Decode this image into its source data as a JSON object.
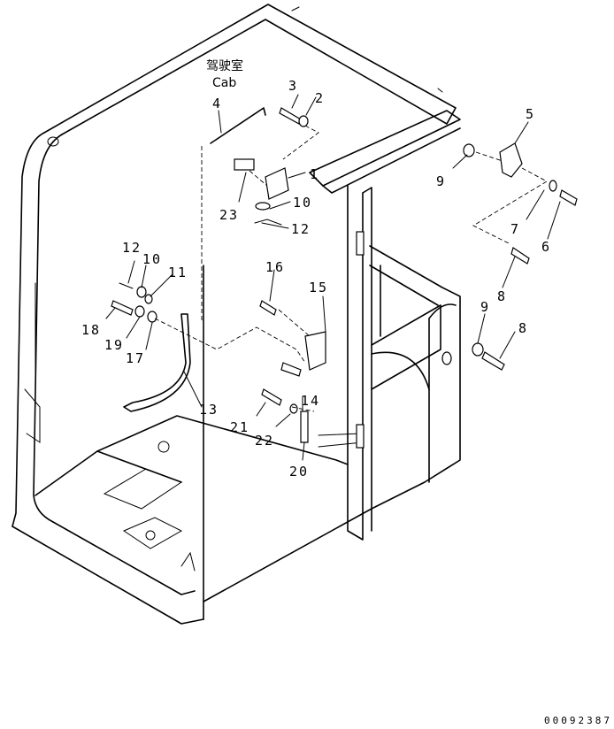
{
  "title": {
    "zh": "驾驶室",
    "en": "Cab"
  },
  "drawing_number": "00092387",
  "callouts": {
    "c1": "1",
    "c2": "2",
    "c3": "3",
    "c4": "4",
    "c5": "5",
    "c6": "6",
    "c7": "7",
    "c8a": "8",
    "c8b": "8",
    "c9a": "9",
    "c9b": "9",
    "c10a": "10",
    "c10b": "10",
    "c11": "11",
    "c12a": "12",
    "c12b": "12",
    "c13": "13",
    "c14": "14",
    "c15": "15",
    "c16": "16",
    "c17": "17",
    "c18": "18",
    "c19": "19",
    "c20": "20",
    "c21": "21",
    "c22": "22",
    "c23": "23"
  }
}
